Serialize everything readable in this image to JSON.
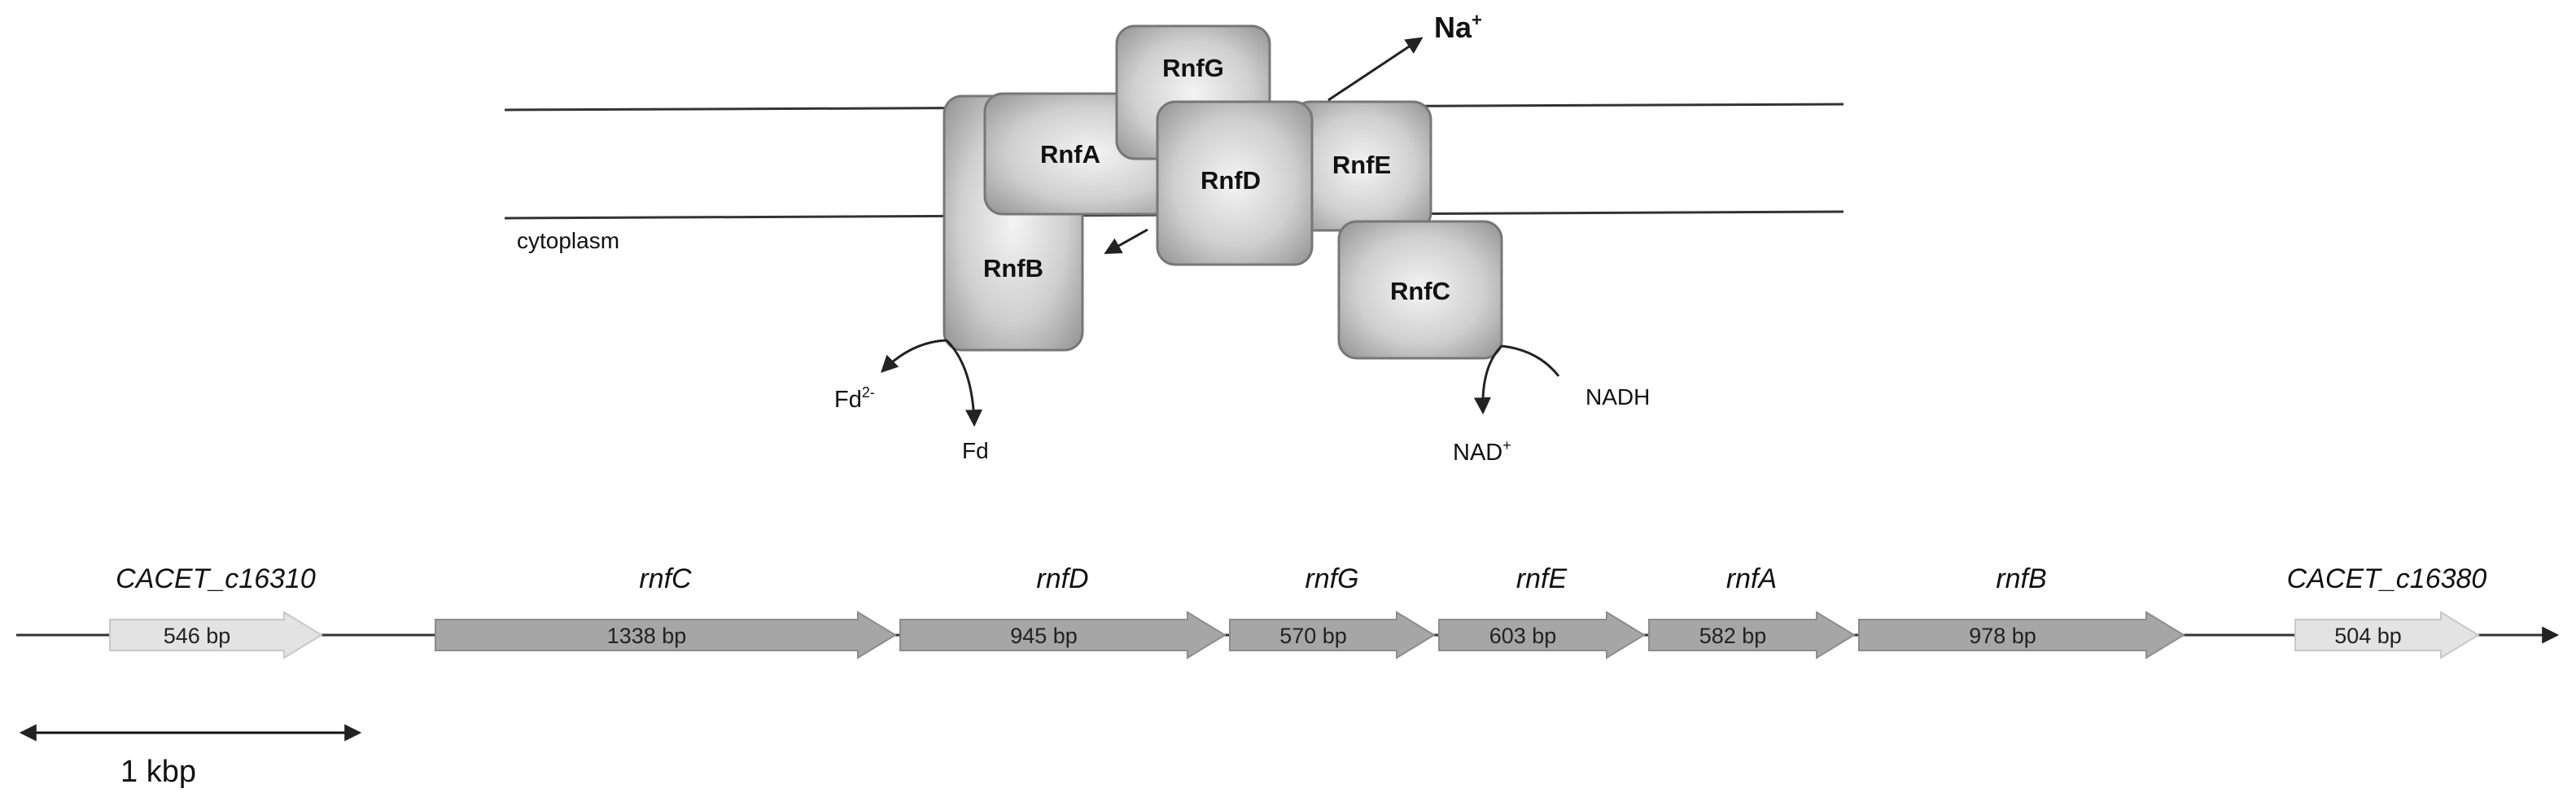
{
  "complex": {
    "compartment_label": "cytoplasm",
    "proteins": [
      {
        "id": "rnfb",
        "label": "RnfB"
      },
      {
        "id": "rnfa",
        "label": "RnfA"
      },
      {
        "id": "rnfg",
        "label": "RnfG"
      },
      {
        "id": "rnfd",
        "label": "RnfD"
      },
      {
        "id": "rnfe",
        "label": "RnfE"
      },
      {
        "id": "rnfc",
        "label": "RnfC"
      }
    ],
    "ion": {
      "text": "Na",
      "sup": "+"
    },
    "fd_reduced": {
      "text": "Fd",
      "sup": "2-"
    },
    "fd_oxidized": {
      "text": "Fd"
    },
    "nadh": {
      "text": "NADH"
    },
    "nad": {
      "text": "NAD",
      "sup": "+"
    }
  },
  "operon": {
    "genes": [
      {
        "name": "CACET_c16310",
        "length": "546 bp",
        "type": "flanking"
      },
      {
        "name": "rnfC",
        "length": "1338 bp",
        "type": "rnf"
      },
      {
        "name": "rnfD",
        "length": "945 bp",
        "type": "rnf"
      },
      {
        "name": "rnfG",
        "length": "570 bp",
        "type": "rnf"
      },
      {
        "name": "rnfE",
        "length": "603 bp",
        "type": "rnf"
      },
      {
        "name": "rnfA",
        "length": "582 bp",
        "type": "rnf"
      },
      {
        "name": "rnfB",
        "length": "978 bp",
        "type": "rnf"
      },
      {
        "name": "CACET_c16380",
        "length": "504 bp",
        "type": "flanking"
      }
    ],
    "scale_bar": {
      "label": "1 kbp"
    }
  },
  "colors": {
    "rnf_gene_fill": "#a6a6a6",
    "rnf_gene_stroke": "#8c8c8c",
    "flanking_gene_fill": "#e3e3e3",
    "flanking_gene_stroke": "#c8c8c8",
    "protein_light": "#f2f2f2",
    "protein_dark": "#a8a8a8",
    "line": "#333333"
  }
}
